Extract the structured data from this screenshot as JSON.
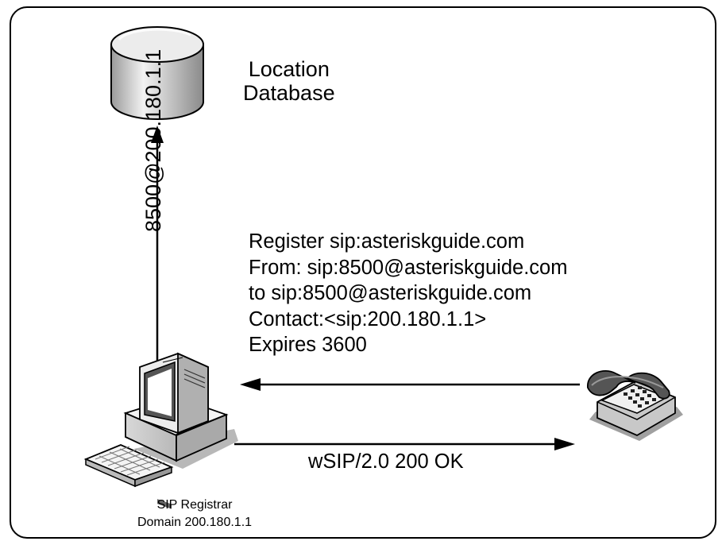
{
  "database": {
    "line1": "Location",
    "line2": "Database"
  },
  "arrow_label": "8500@200.180.1.1",
  "request": {
    "lines": [
      "Register sip:asteriskguide.com",
      "From: sip:8500@asteriskguide.com",
      "to sip:8500@asteriskguide.com",
      "Contact:<sip:200.180.1.1>",
      "Expires 3600"
    ]
  },
  "response": "wSIP/2.0 200 OK",
  "registrar": {
    "line1": "SIP Registrar",
    "line2": "Domain 200.180.1.1"
  },
  "icons": [
    "database-cylinder-icon",
    "computer-icon",
    "keyboard-icon",
    "telephone-icon"
  ]
}
